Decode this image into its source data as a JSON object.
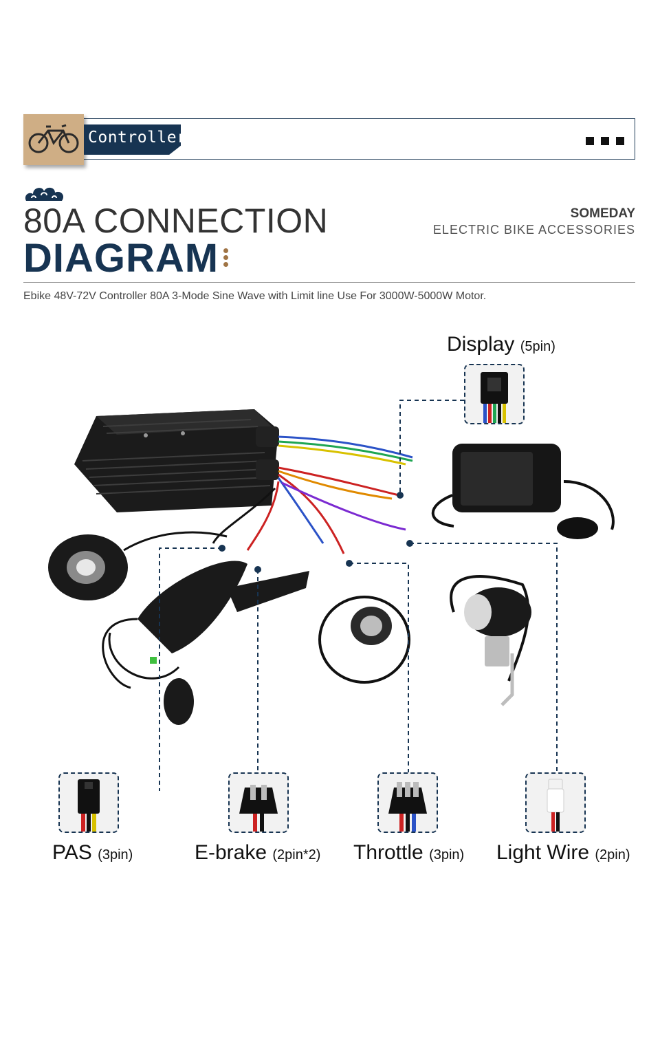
{
  "banner": {
    "tag_label": "Controller-"
  },
  "title": {
    "line1": "80A CONNECTION",
    "line2": "DIAGRAM"
  },
  "brand": {
    "name": "SOMEDAY",
    "tagline": "ELECTRIC BIKE ACCESSORIES"
  },
  "subtitle": "Ebike 48V-72V Controller 80A 3-Mode Sine Wave with Limit line Use For 3000W-5000W Motor.",
  "connectors": {
    "display": {
      "name": "Display",
      "pins": "(5pin)"
    },
    "pas": {
      "name": "PAS",
      "pins": "(3pin)"
    },
    "ebrake": {
      "name": "E-brake",
      "pins": "(2pin*2)"
    },
    "throttle": {
      "name": "Throttle",
      "pins": "(3pin)"
    },
    "light": {
      "name": "Light Wire",
      "pins": "(2pin)"
    }
  },
  "colors": {
    "navy": "#173452",
    "tile": "#cfae85",
    "accent_dot": "#a07445"
  }
}
